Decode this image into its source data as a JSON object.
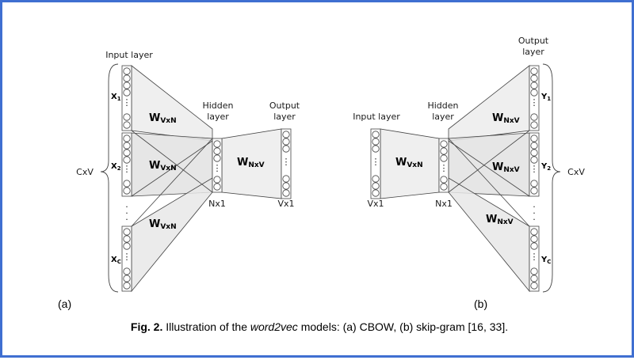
{
  "cbow": {
    "panel": "(a)",
    "input_layer": "Input layer",
    "hidden_line1": "Hidden",
    "hidden_line2": "layer",
    "output_line1": "Output",
    "output_line2": "layer",
    "cxv": "CxV",
    "nx1": "Nx1",
    "vx1": "Vx1",
    "x_letter": "X",
    "x1_sub": "1",
    "x2_sub": "2",
    "xc_sub": "C",
    "w_letter": "W",
    "w_vxn": "VxN",
    "w_nxv": "NxV"
  },
  "skipgram": {
    "panel": "(b)",
    "input_layer": "Input layer",
    "hidden_line1": "Hidden",
    "hidden_line2": "layer",
    "output_line1": "Output",
    "output_line2": "layer",
    "cxv": "CxV",
    "nx1": "Nx1",
    "vx1": "Vx1",
    "y_letter": "Y",
    "y1_sub": "1",
    "y2_sub": "2",
    "yc_sub": "C",
    "w_letter": "W",
    "w_vxn": "VxN",
    "w_nxv": "NxV"
  },
  "caption": {
    "fig": "Fig. 2.",
    "text1": "Illustration of the",
    "model": "word2vec",
    "text2": "models: (a) CBOW, (b) skip-gram [16, 33]."
  }
}
